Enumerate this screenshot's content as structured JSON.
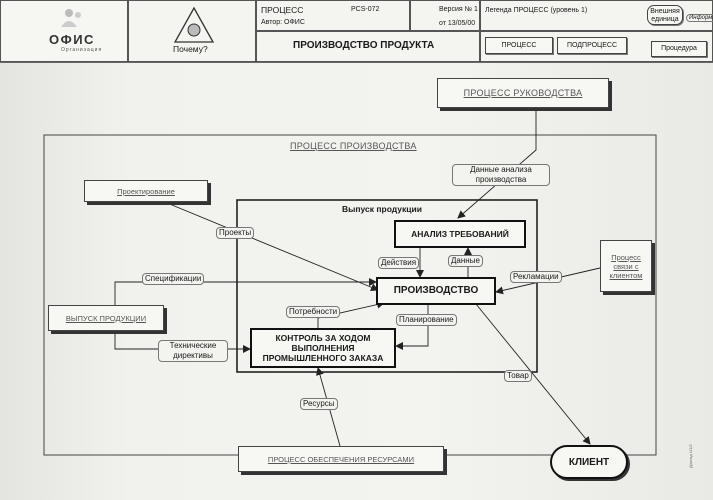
{
  "header": {
    "logo_text": "ОФИС",
    "logo_subtext": "Организация",
    "why_label": "Почему?",
    "doc_type": "ПРОЦЕСС",
    "doc_code": "PCS-072",
    "author": "Автор: ОФИС",
    "version": "Версия № 1",
    "date": "от 13/05/00",
    "legend": "Легенда ПРОЦЕСС (уровень 1)",
    "external_unit": "Внешняя единица",
    "info": "Информация",
    "title": "ПРОИЗВОДСТВО ПРОДУКТА",
    "btn_process": "ПРОЦЕСС",
    "btn_subprocess": "ПОДПРОЦЕСС",
    "btn_procedure": "Процедура"
  },
  "diagram": {
    "mgmt_process": "ПРОЦЕСС РУКОВОДСТВА",
    "production_process": "ПРОЦЕСС ПРОИЗВОДСТВА",
    "design": "Проектирование",
    "product_release_ext": "ВЫПУСК ПРОДУКЦИИ",
    "customer_process": "Процесс связи с клиентом",
    "resources_process": "ПРОЦЕСС ОБЕСПЕЧЕНИЯ РЕСУРСАМИ",
    "client": "КЛИЕНТ",
    "inner_title": "Выпуск продукции",
    "req_analysis": "АНАЛИЗ ТРЕБОВАНИЙ",
    "production": "ПРОИЗВОДСТВО",
    "control": "КОНТРОЛЬ ЗА ХОДОМ ВЫПОЛНЕНИЯ ПРОМЫШЛЕННОГО ЗАКАЗА",
    "labels": {
      "mgmt_data": "Данные анализа производства",
      "projects": "Проекты",
      "specs": "Спецификации",
      "tech_directives": "Технические директивы",
      "actions": "Действия",
      "data": "Данные",
      "complaints": "Рекламации",
      "needs": "Потребности",
      "planning": "Планирование",
      "goods": "Товар",
      "resources": "Ресурсы"
    }
  },
  "footer_note": "Доклад 1/1/2"
}
